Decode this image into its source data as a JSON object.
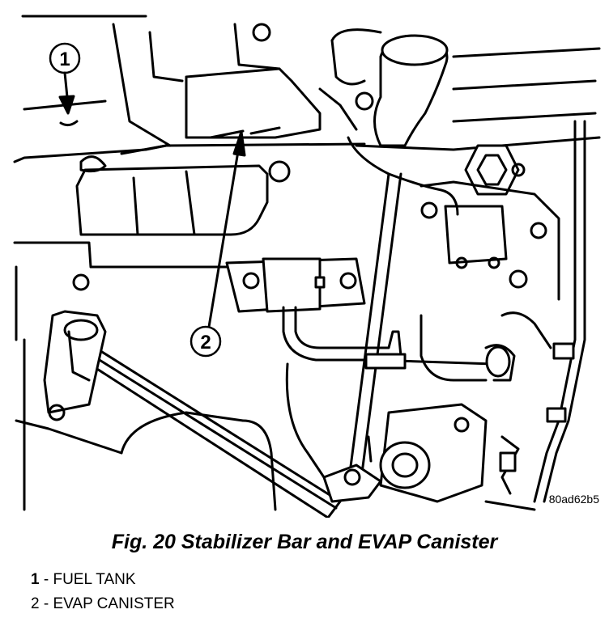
{
  "figure": {
    "reference_code": "80ad62b5",
    "caption": "Fig. 20 Stabilizer Bar and EVAP Canister",
    "callouts": [
      "1",
      "2"
    ]
  },
  "legend": [
    {
      "number": "1",
      "separator": " - ",
      "label": "FUEL TANK"
    },
    {
      "number": "2",
      "separator": " - ",
      "label": "EVAP CANISTER"
    }
  ],
  "colors": {
    "line": "#000000",
    "background": "#ffffff"
  }
}
